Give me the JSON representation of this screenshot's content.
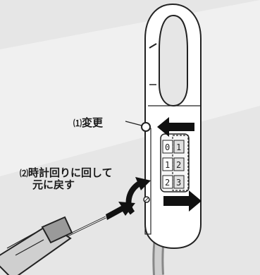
{
  "labels": {
    "change_num": "⑴",
    "change_text": "変更",
    "rotate_num": "⑵",
    "rotate_line1": "時計回りに回して",
    "rotate_line2": "元に戻す"
  },
  "dials": [
    {
      "left": "0",
      "right": "1"
    },
    {
      "left": "1",
      "right": "2"
    },
    {
      "left": "2",
      "right": "3"
    }
  ],
  "colors": {
    "background": "#e6e6e6",
    "lock_body": "#ffffff",
    "outline": "#222222",
    "arrow": "#111111",
    "cable": "#999999"
  },
  "icons": [
    "screwdriver-icon",
    "arrow-left-icon",
    "arrow-right-icon",
    "curved-arrow-icon",
    "pointer-arrow-icon"
  ]
}
